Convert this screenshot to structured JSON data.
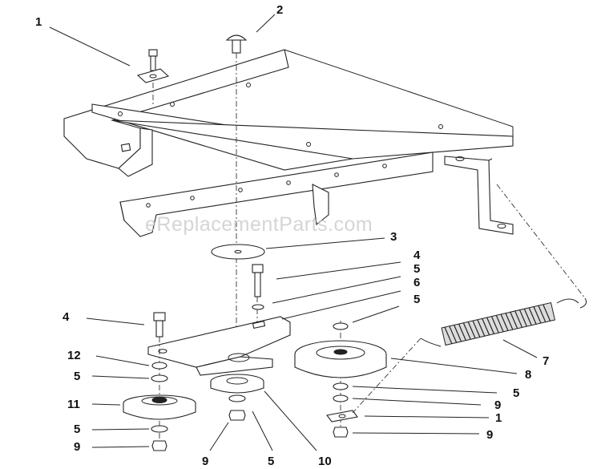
{
  "diagram": {
    "watermark": "eReplacementParts.com",
    "callouts": {
      "c1_top": "1",
      "c2": "2",
      "c3": "3",
      "c4_right": "4",
      "c5_a": "5",
      "c6": "6",
      "c5_b": "5",
      "c4_left": "4",
      "c7": "7",
      "c12": "12",
      "c8": "8",
      "c5_c": "5",
      "c5_d": "5",
      "c9_a": "9",
      "c11": "11",
      "c1_bottom": "1",
      "c5_e": "5",
      "c9_b": "9",
      "c9_c": "9",
      "c9_d": "9",
      "c5_f": "5",
      "c10": "10"
    }
  }
}
